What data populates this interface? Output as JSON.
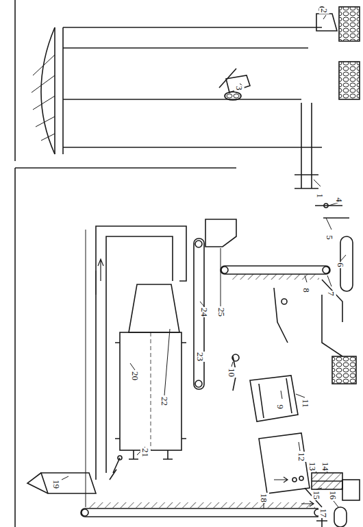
{
  "diagram": {
    "labels": [
      "1",
      "2",
      "3",
      "4",
      "5",
      "6",
      "7",
      "8",
      "9",
      "10",
      "11",
      "12",
      "13",
      "14",
      "15",
      "16",
      "17",
      "18",
      "19",
      "20",
      "21",
      "22",
      "23",
      "24",
      "25"
    ]
  }
}
